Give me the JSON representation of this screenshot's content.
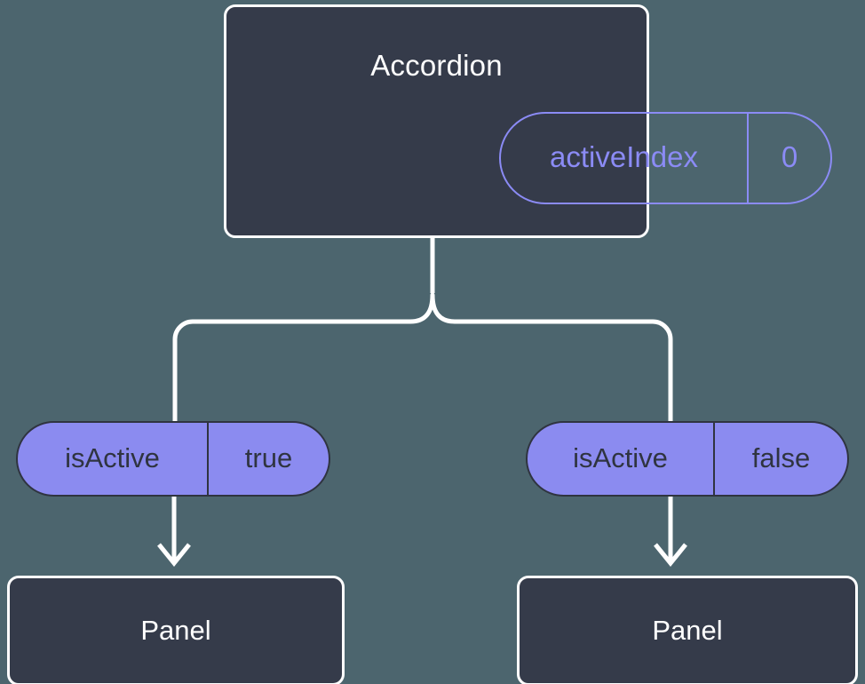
{
  "diagram": {
    "title": "Accordion component state/props tree",
    "background_color": "#4c656e",
    "node_fill_color": "#353b4a",
    "node_border_color": "#ffffff",
    "state_accent_color": "#8b8bf5",
    "prop_fill_color": "#8b8bf0",
    "prop_text_color": "#2f3440",
    "connector_color": "#ffffff"
  },
  "root": {
    "label": "Accordion",
    "state": {
      "key": "activeIndex",
      "value": "0"
    }
  },
  "branches": [
    {
      "prop": {
        "key": "isActive",
        "value": "true"
      },
      "child": {
        "label": "Panel"
      }
    },
    {
      "prop": {
        "key": "isActive",
        "value": "false"
      },
      "child": {
        "label": "Panel"
      }
    }
  ]
}
